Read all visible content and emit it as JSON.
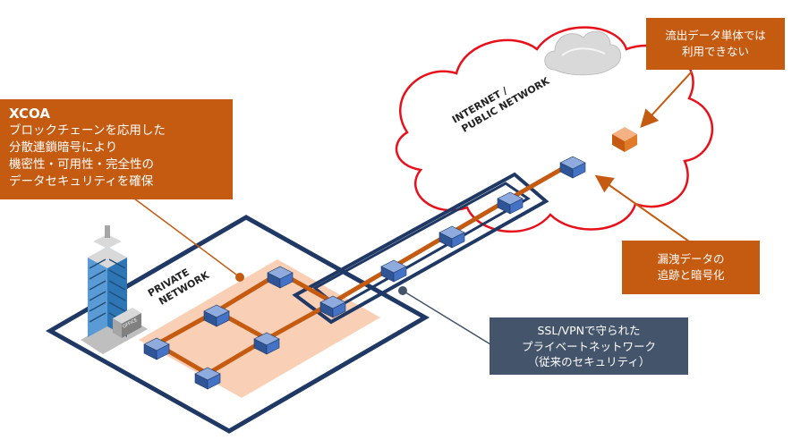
{
  "callouts": {
    "xcoa": {
      "title": "XCOA",
      "lines": [
        "ブロックチェーンを応用した",
        "分散連鎖暗号により",
        "機密性・可用性・完全性の",
        "データセキュリティを確保"
      ]
    },
    "outflow": {
      "lines": [
        "流出データ単体では",
        "利用できない"
      ]
    },
    "leak": {
      "lines": [
        "漏洩データの",
        "追跡と暗号化"
      ]
    },
    "ssl": {
      "lines": [
        "SSL/VPNで守られた",
        "プライベートネットワーク",
        "（従来のセキュリティ）"
      ]
    }
  },
  "labels": {
    "private_network": [
      "PRIVATE",
      "NETWORK"
    ],
    "internet": [
      "INTERNET /",
      "PUBLIC NETWORK"
    ],
    "office_sign": "OFFICE"
  },
  "colors": {
    "orange": "#c55a11",
    "navy": "#1f3864",
    "cloud_red": "#e8101a",
    "node_blue": "#4472c4",
    "grey_box": "#44546a",
    "peach": "#f8cbad"
  }
}
